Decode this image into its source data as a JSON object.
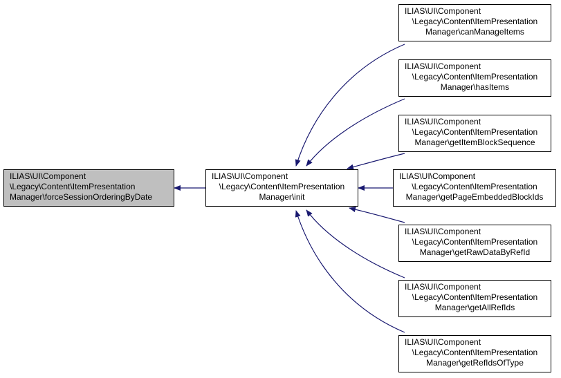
{
  "graph": {
    "edge_color": "#191970",
    "nodes": {
      "root": {
        "line1": "ILIAS\\UI\\Component",
        "line2": "\\Legacy\\Content\\ItemPresentation",
        "line3": "Manager\\forceSessionOrderingByDate",
        "highlight": "#bfbfbf"
      },
      "init": {
        "line1": "ILIAS\\UI\\Component",
        "line2": "\\Legacy\\Content\\ItemPresentation",
        "line3": "Manager\\init"
      },
      "callers": [
        {
          "line1": "ILIAS\\UI\\Component",
          "line2": "\\Legacy\\Content\\ItemPresentation",
          "line3": "Manager\\canManageItems"
        },
        {
          "line1": "ILIAS\\UI\\Component",
          "line2": "\\Legacy\\Content\\ItemPresentation",
          "line3": "Manager\\hasItems"
        },
        {
          "line1": "ILIAS\\UI\\Component",
          "line2": "\\Legacy\\Content\\ItemPresentation",
          "line3": "Manager\\getItemBlockSequence"
        },
        {
          "line1": "ILIAS\\UI\\Component",
          "line2": "\\Legacy\\Content\\ItemPresentation",
          "line3": "Manager\\getPageEmbeddedBlockIds"
        },
        {
          "line1": "ILIAS\\UI\\Component",
          "line2": "\\Legacy\\Content\\ItemPresentation",
          "line3": "Manager\\getRawDataByRefId"
        },
        {
          "line1": "ILIAS\\UI\\Component",
          "line2": "\\Legacy\\Content\\ItemPresentation",
          "line3": "Manager\\getAllRefIds"
        },
        {
          "line1": "ILIAS\\UI\\Component",
          "line2": "\\Legacy\\Content\\ItemPresentation",
          "line3": "Manager\\getRefIdsOfType"
        }
      ]
    }
  }
}
